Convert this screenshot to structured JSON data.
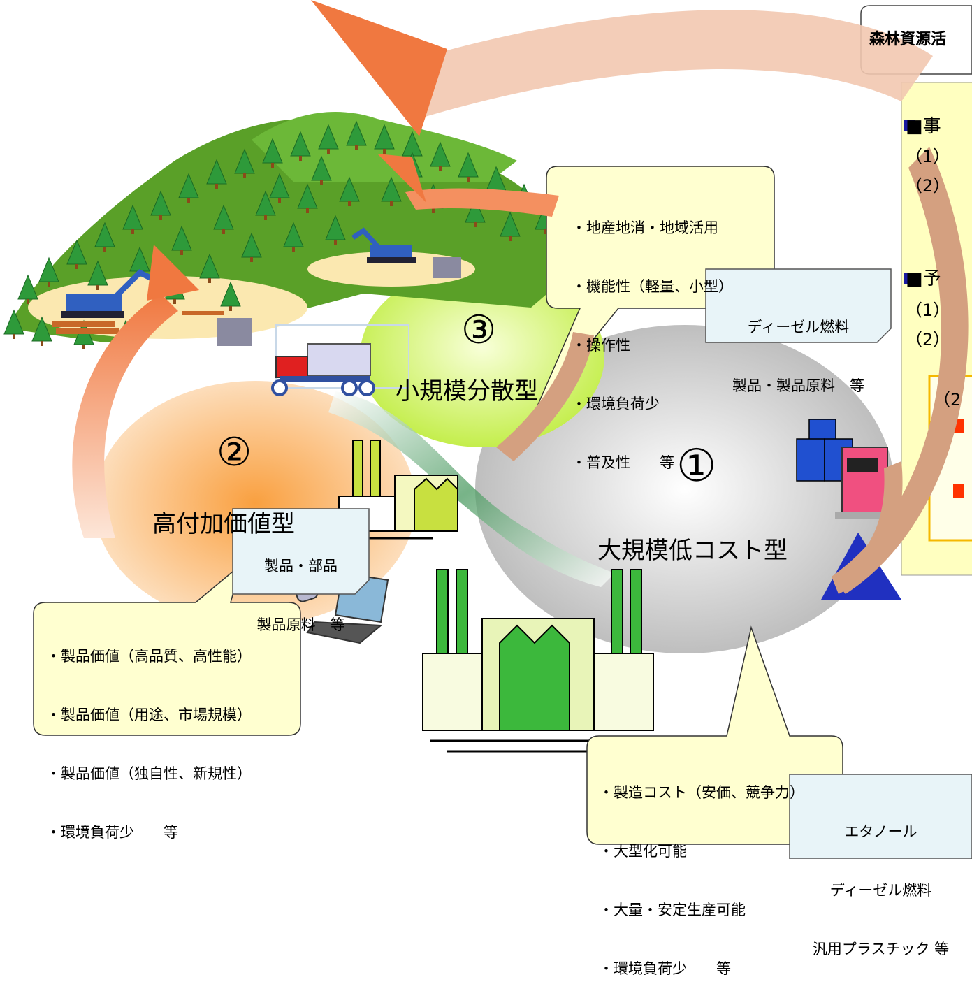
{
  "title_box": {
    "text": "森林資源活"
  },
  "side_panel": {
    "section1_head": "■事",
    "section1_items": [
      "（1）",
      "（2）"
    ],
    "section2_head": "■予",
    "section2_items": [
      "（1）",
      "（2）"
    ],
    "inner_box_head": "（2"
  },
  "type1": {
    "number": "①",
    "name": "大規模低コスト型"
  },
  "type2": {
    "number": "②",
    "name": "高付加価値型"
  },
  "type3": {
    "number": "③",
    "name": "小規模分散型"
  },
  "callout_top": [
    "・地産地消・地域活用",
    "・機能性（軽量、小型）",
    "・操作性",
    "・環境負荷少",
    "・普及性　　等"
  ],
  "callout_left": [
    "・製品価値（高品質、高性能）",
    "・製品価値（用途、市場規模）",
    "・製品価値（独自性、新規性）",
    "・環境負荷少　　等"
  ],
  "callout_bottom": [
    "・製造コスト（安価、競争力）",
    "・大型化可能",
    "・大量・安定生産可能",
    "・環境負荷少　　等"
  ],
  "note_small": [
    "ディーゼル燃料",
    "製品・製品原料　等"
  ],
  "note_medium": [
    "製品・部品",
    "製品原料　等"
  ],
  "note_large": [
    "エタノール",
    "ディーゼル燃料",
    "汎用プラスチック 等"
  ],
  "colors": {
    "panel_fill": "#ffffc0",
    "inner_box_border": "#f5b800",
    "bullet_blue": "#1a1aa0",
    "bullet_red": "#ff3300",
    "arrow_orange": "#f07840",
    "arrow_brown": "#d4a080",
    "callout_fill": "#ffffd0",
    "note_fill": "#e8f4f8",
    "factory_green": "#3cb83c"
  }
}
